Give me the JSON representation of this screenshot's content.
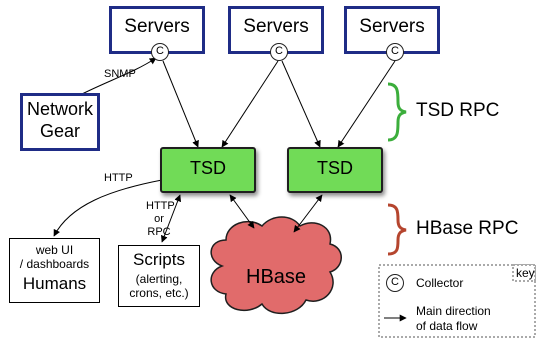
{
  "servers": [
    "Servers",
    "Servers",
    "Servers"
  ],
  "collector_glyph": "C",
  "network_gear": "Network Gear",
  "snmp": "SNMP",
  "tsd": [
    "TSD",
    "TSD"
  ],
  "tsd_rpc": "TSD RPC",
  "hbase_rpc": "HBase RPC",
  "hbase": "HBase",
  "http_label": "HTTP",
  "http_or_rpc": [
    "HTTP",
    "or",
    "RPC"
  ],
  "humans_box": {
    "line1": "web UI",
    "line2": "/ dashboards",
    "title": "Humans"
  },
  "scripts_box": {
    "title": "Scripts",
    "line1": "(alerting,",
    "line2": "crons, etc.)"
  },
  "key": {
    "tag": "key",
    "collector": "Collector",
    "flow_line1": "Main direction",
    "flow_line2": "of data flow"
  },
  "colors": {
    "server_border": "#1f2c86",
    "tsd_fill": "#71db57",
    "hbase_fill": "#e16b6b",
    "bracket_green": "#3cae3c",
    "bracket_brown": "#b5452e"
  },
  "icons": [
    "collector-icon",
    "arrow-icon",
    "bracket-icon",
    "cloud-shape"
  ]
}
